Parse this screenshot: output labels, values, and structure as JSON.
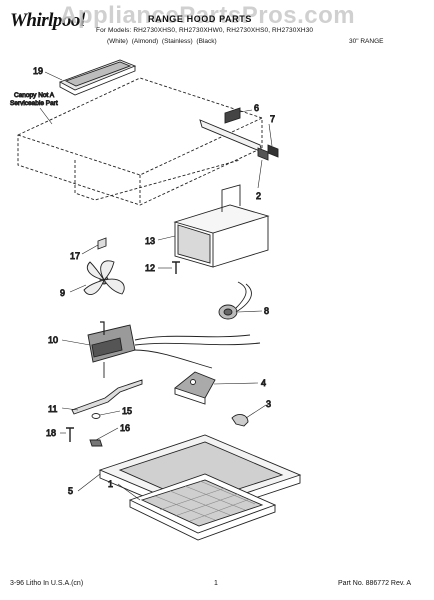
{
  "header": {
    "brand_logo": "Whirlpool",
    "watermark": "AppliancePartsPros.com",
    "title": "RANGE HOOD PARTS",
    "models": "For Models: RH2730XHS0, RH2730XHW0, RH2730XHS0, RH2730XH30",
    "variants": "(White)  (Almond)  (Stainless)  (Black)",
    "range_note": "30\" RANGE"
  },
  "diagram": {
    "canopy_note_line1": "Canopy Not A",
    "canopy_note_line2": "Serviceable Part",
    "callouts": [
      "19",
      "6",
      "7",
      "2",
      "17",
      "13",
      "12",
      "9",
      "8",
      "10",
      "4",
      "11",
      "15",
      "3",
      "18",
      "16",
      "5",
      "1"
    ]
  },
  "footer": {
    "litho": "3-96 Litho In U.S.A.(cn)",
    "page": "1",
    "part_no": "Part No. 886772 Rev. A"
  }
}
